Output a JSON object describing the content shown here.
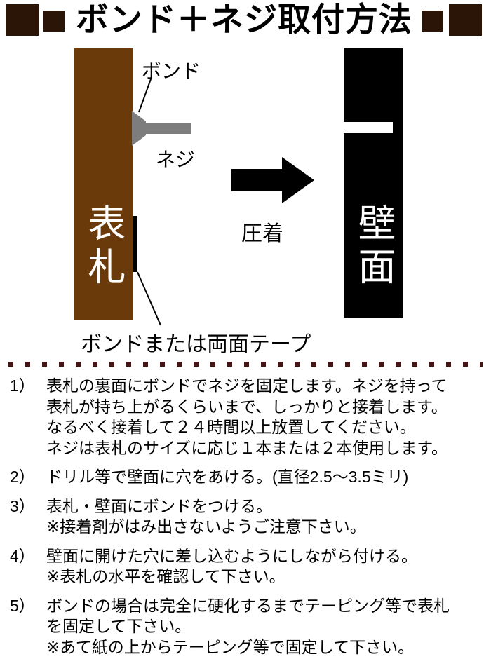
{
  "header": {
    "title": "ボンド＋ネジ取付方法"
  },
  "diagram": {
    "bond_label": "ボンド",
    "screw_label": "ネジ",
    "nameplate_label": "表札",
    "wall_label": "壁面",
    "press_label": "圧着",
    "tape_label": "ボンドまたは両面テープ"
  },
  "colors": {
    "header_square": "#2b1506",
    "plate_brown": "#6b3a0a",
    "wall_black": "#000000",
    "screw_gray": "#7d7d7d",
    "dot_maroon": "#451414",
    "text_black": "#000000",
    "label_white": "#ffffff"
  },
  "instructions": [
    {
      "num": "1）",
      "lines": [
        "表札の裏面にボンドでネジを固定します。ネジを持って",
        "表札が持ち上がるくらいまで、しっかりと接着します。",
        "なるべく接着して２４時間以上放置してください。",
        "ネジは表札のサイズに応じ１本または２本使用します。"
      ]
    },
    {
      "num": "2）",
      "lines": [
        "ドリル等で壁面に穴をあける。(直径2.5〜3.5ミリ)"
      ]
    },
    {
      "num": "3）",
      "lines": [
        "表札・壁面にボンドをつける。",
        "※接着剤がはみ出さないようご注意下さい。"
      ]
    },
    {
      "num": "4）",
      "lines": [
        "壁面に開けた穴に差し込むようにしながら付ける。",
        "※表札の水平を確認して下さい。"
      ]
    },
    {
      "num": "5）",
      "lines": [
        "ボンドの場合は完全に硬化するまでテーピング等で表札",
        "を固定して下さい。",
        "※あて紙の上からテーピング等で固定して下さい。"
      ]
    }
  ]
}
